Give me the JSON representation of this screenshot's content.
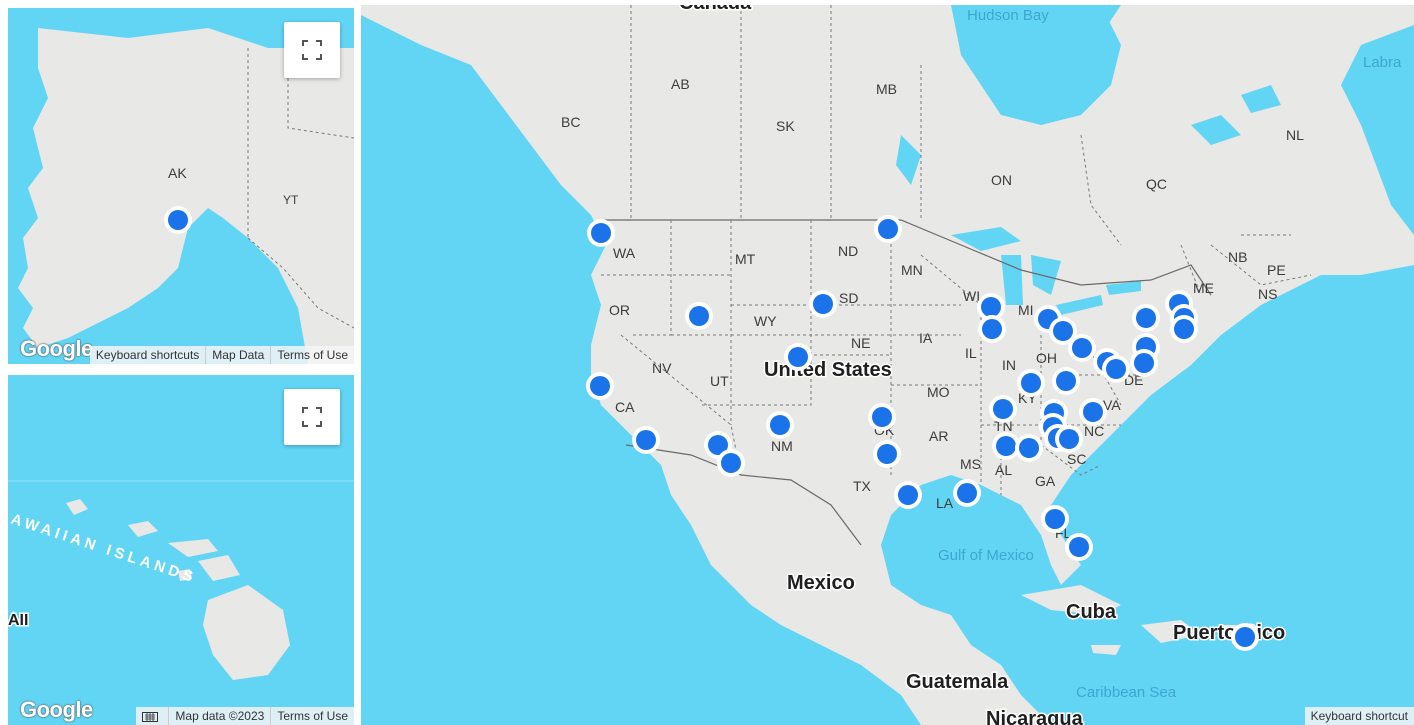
{
  "alaska_panel": {
    "labels": [
      "AK",
      "YT"
    ],
    "google_logo": "Google",
    "attribution": [
      "Keyboard shortcuts",
      "Map Data",
      "Terms of Use"
    ],
    "fullscreen_icon": "fullscreen-icon"
  },
  "hawaii_panel": {
    "labels": [
      "AWAIIAN ISLANDS",
      "AII"
    ],
    "google_logo": "Google",
    "attribution": [
      "Map data ©2023",
      "Terms of Use"
    ],
    "fullscreen_icon": "fullscreen-icon",
    "keyboard_icon": "keyboard-icon"
  },
  "main_panel": {
    "country_labels": [
      "Canada",
      "United States",
      "Mexico",
      "Cuba",
      "Puerto Rico",
      "Guatemala",
      "Nicaragua"
    ],
    "water_labels": [
      "Hudson Bay",
      "Gulf of Mexico",
      "Caribbean Sea",
      "Labra"
    ],
    "region_labels": [
      "AB",
      "MB",
      "BC",
      "SK",
      "NL",
      "ON",
      "QC",
      "WA",
      "MT",
      "ND",
      "MN",
      "NB",
      "PE",
      "NS",
      "ME",
      "OR",
      "SD",
      "WY",
      "WI",
      "MI",
      "IA",
      "NE",
      "IL",
      "IN",
      "OH",
      "NV",
      "UT",
      "MO",
      "KY",
      "CA",
      "NM",
      "OK",
      "AR",
      "TN",
      "NC",
      "VA",
      "DE",
      "MS",
      "AL",
      "SC",
      "GA",
      "TX",
      "LA",
      "FL"
    ],
    "attribution": [
      "Keyboard shortcut"
    ]
  },
  "colors": {
    "water": "#62d5f5",
    "land": "#e8e8e6",
    "marker": "#1a73e8",
    "marker_halo": "#ffffff"
  }
}
